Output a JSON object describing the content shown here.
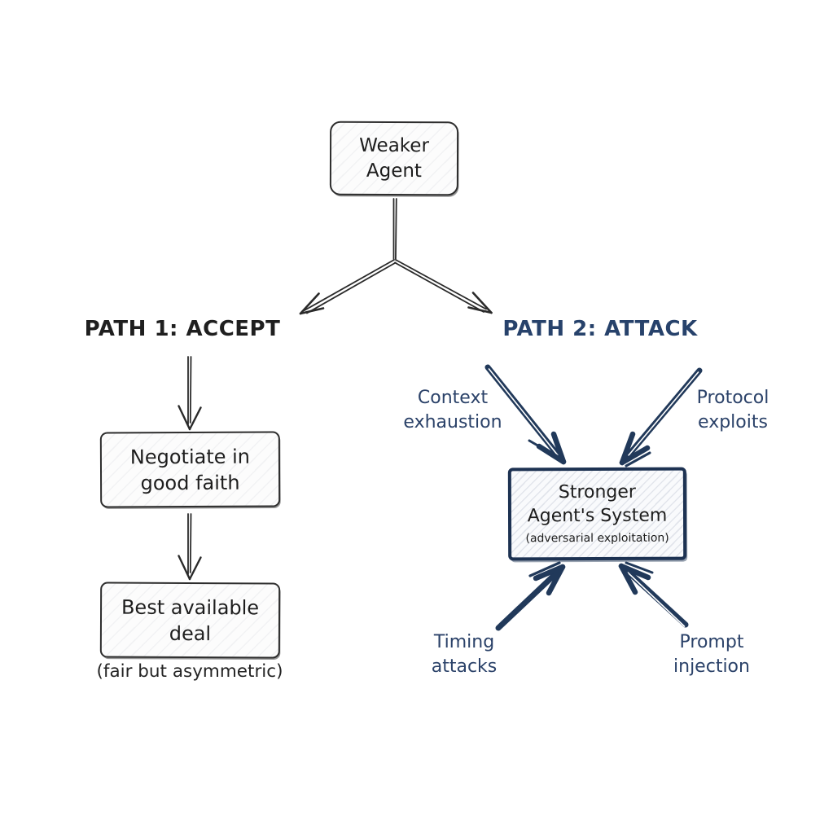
{
  "colors": {
    "ink": "#2a2a2a",
    "navy_text": "#2b4269",
    "navy_stroke": "#21395a",
    "navy_border": "#1d3252",
    "box_fill": "#fcfcfc"
  },
  "root_box": {
    "line1": "Weaker",
    "line2": "Agent"
  },
  "path1": {
    "title": "PATH 1: ACCEPT",
    "step1": {
      "line1": "Negotiate in",
      "line2": "good faith"
    },
    "step2": {
      "line1": "Best available",
      "line2": "deal"
    },
    "caption": "(fair but asymmetric)"
  },
  "path2": {
    "title": "PATH 2: ATTACK",
    "target": {
      "line1": "Stronger",
      "line2": "Agent's System",
      "subtitle": "(adversarial exploitation)"
    },
    "attacks": {
      "top_left": {
        "line1": "Context",
        "line2": "exhaustion"
      },
      "top_right": {
        "line1": "Protocol",
        "line2": "exploits"
      },
      "bottom_left": {
        "line1": "Timing",
        "line2": "attacks"
      },
      "bottom_right": {
        "line1": "Prompt",
        "line2": "injection"
      }
    }
  }
}
